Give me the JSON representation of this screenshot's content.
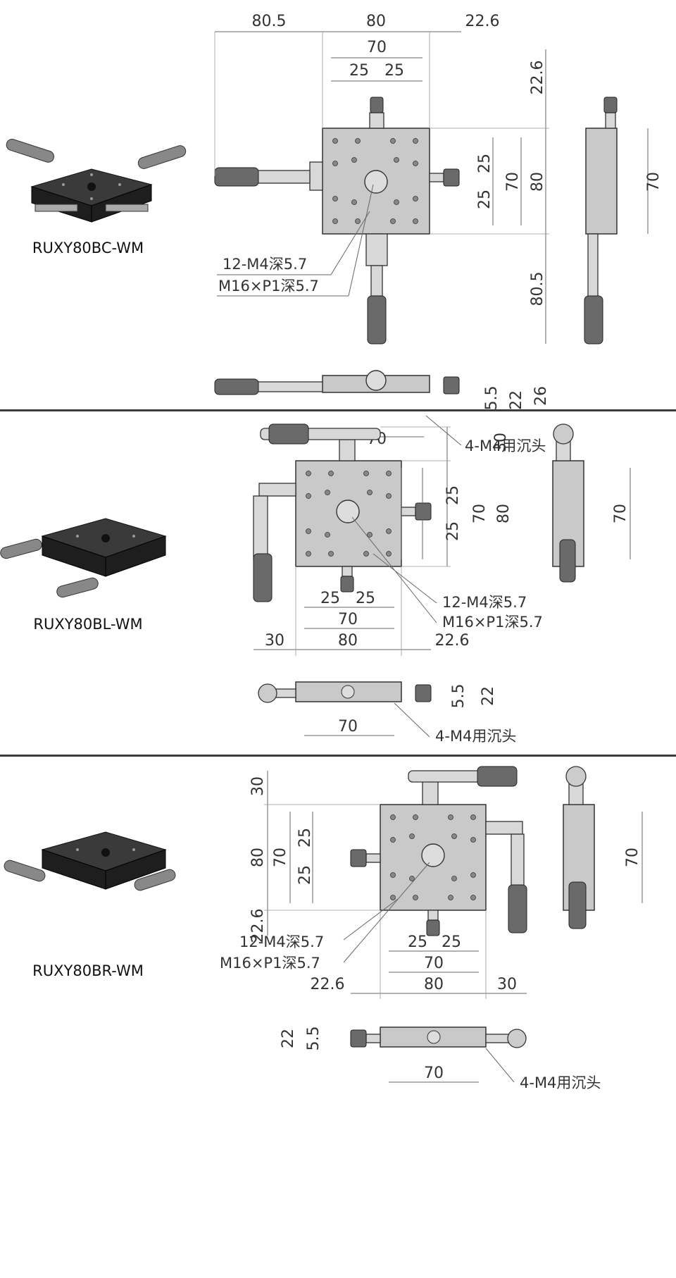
{
  "panels": [
    {
      "model": "RUXY80BC-WM",
      "top_view_dims": [
        "80.5",
        "80",
        "22.6",
        "70",
        "25",
        "25"
      ],
      "right_dims": [
        "22.6",
        "25",
        "25",
        "70",
        "80",
        "80.5"
      ],
      "side_view_dims": [
        "70"
      ],
      "notes": [
        "12-M4深5.7",
        "M16×P1深5.7"
      ],
      "front_view": {
        "width": "70",
        "heights": [
          "5.5",
          "22",
          "26"
        ],
        "note": "4-M4用沉头"
      }
    },
    {
      "model": "RUXY80BL-WM",
      "top_view_dims": [
        "30",
        "25",
        "25",
        "70",
        "80"
      ],
      "bottom_dims": [
        "25",
        "25",
        "70",
        "30",
        "80",
        "22.6"
      ],
      "side_view_dims": [
        "70"
      ],
      "notes": [
        "12-M4深5.7",
        "M16×P1深5.7"
      ],
      "front_view": {
        "width": "70",
        "heights": [
          "5.5",
          "22"
        ],
        "note": "4-M4用沉头"
      }
    },
    {
      "model": "RUXY80BR-WM",
      "left_dims": [
        "30",
        "25",
        "70",
        "80",
        "25",
        "22.6"
      ],
      "bottom_dims": [
        "25",
        "25",
        "70",
        "22.6",
        "80",
        "30"
      ],
      "side_view_dims": [
        "70"
      ],
      "notes": [
        "12-M4深5.7",
        "M16×P1深5.7"
      ],
      "front_view": {
        "width": "70",
        "heights": [
          "22",
          "5.5"
        ],
        "note": "4-M4用沉头"
      }
    }
  ]
}
